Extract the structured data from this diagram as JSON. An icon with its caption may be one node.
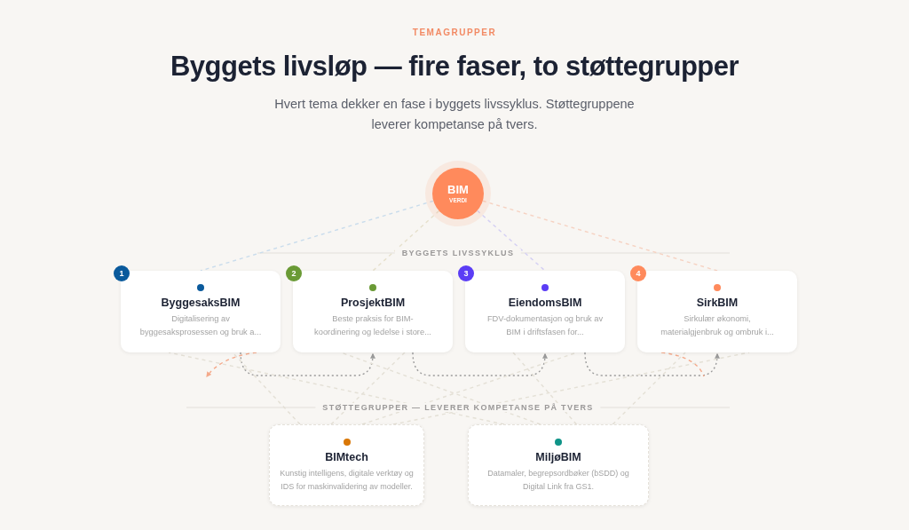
{
  "diagram": {
    "title": "Byggets livsløp — fire faser, to støttegrupper",
    "nodes": [
      {
        "text": [
          "BIM",
          "VERDI"
        ]
      },
      {
        "text": [
          "1",
          "ByggesaksBIM",
          "Digitalisering av byggesaksprosessen og bruk a..."
        ]
      },
      {
        "text": [
          "2",
          "ProsjektBIM",
          "Beste praksis for BIM-koordinering og ledelse i store..."
        ]
      },
      {
        "text": [
          "3",
          "EiendomsBIM",
          "FDV-dokumentasjon og bruk av BIM i driftsfasen for..."
        ]
      },
      {
        "text": [
          "4",
          "SirkBIM",
          "Sirkulær økonomi, materialgjenbruk og ombruk i..."
        ]
      },
      {
        "text": [
          "BIMtech",
          "Kunstig intelligens, digitale verktøy og IDS for maskinvalidering av modeller."
        ]
      },
      {
        "text": [
          "MiljøBIM",
          "Datamaler, begrepsordbøker (bSDD) og Digital Link fra GS1."
        ]
      }
    ],
    "edges": [
      {
        "from": 0,
        "to": 1,
        "arrow": "none",
        "style": "dashed",
        "color": "#c9dcec"
      },
      {
        "from": 0,
        "to": 2,
        "arrow": "none",
        "style": "dashed",
        "color": "#e6e0cc"
      },
      {
        "from": 0,
        "to": 3,
        "arrow": "none",
        "style": "dashed",
        "color": "#d4cff3"
      },
      {
        "from": 0,
        "to": 4,
        "arrow": "none",
        "style": "dashed",
        "color": "#f6d2c2"
      },
      {
        "from": 1,
        "to": 2,
        "arrow": "to",
        "style": "dashed",
        "color": "#9a9a9a"
      },
      {
        "from": 2,
        "to": 3,
        "arrow": "to",
        "style": "dashed",
        "color": "#9a9a9a"
      },
      {
        "from": 3,
        "to": 4,
        "arrow": "to",
        "style": "dashed",
        "color": "#9a9a9a"
      },
      {
        "from": 1,
        "to": null,
        "arrow": "to",
        "style": "dashed",
        "color": "#f4a98a"
      },
      {
        "from": 4,
        "to": null,
        "arrow": "none",
        "style": "dashed",
        "color": "#f4a98a"
      },
      {
        "from": 5,
        "to": 1,
        "arrow": "none",
        "style": "dashed"
      },
      {
        "from": 5,
        "to": 2,
        "arrow": "none",
        "style": "dashed"
      },
      {
        "from": 5,
        "to": 3,
        "arrow": "none",
        "style": "dashed"
      },
      {
        "from": 5,
        "to": 4,
        "arrow": "none",
        "style": "dashed"
      },
      {
        "from": 6,
        "to": 1,
        "arrow": "none",
        "style": "dashed"
      },
      {
        "from": 6,
        "to": 2,
        "arrow": "none",
        "style": "dashed"
      },
      {
        "from": 6,
        "to": 3,
        "arrow": "none",
        "style": "dashed"
      },
      {
        "from": 6,
        "to": 4,
        "arrow": "none",
        "style": "dashed"
      }
    ],
    "labels": [
      "TEMAGRUPPER",
      "Hvert tema dekker en fase i byggets livssyklus. Støttegruppene leverer kompetanse på tvers.",
      "BYGGETS LIVSSYKLUS",
      "STØTTEGRUPPER — LEVERER KOMPETANSE PÅ TVERS"
    ]
  }
}
